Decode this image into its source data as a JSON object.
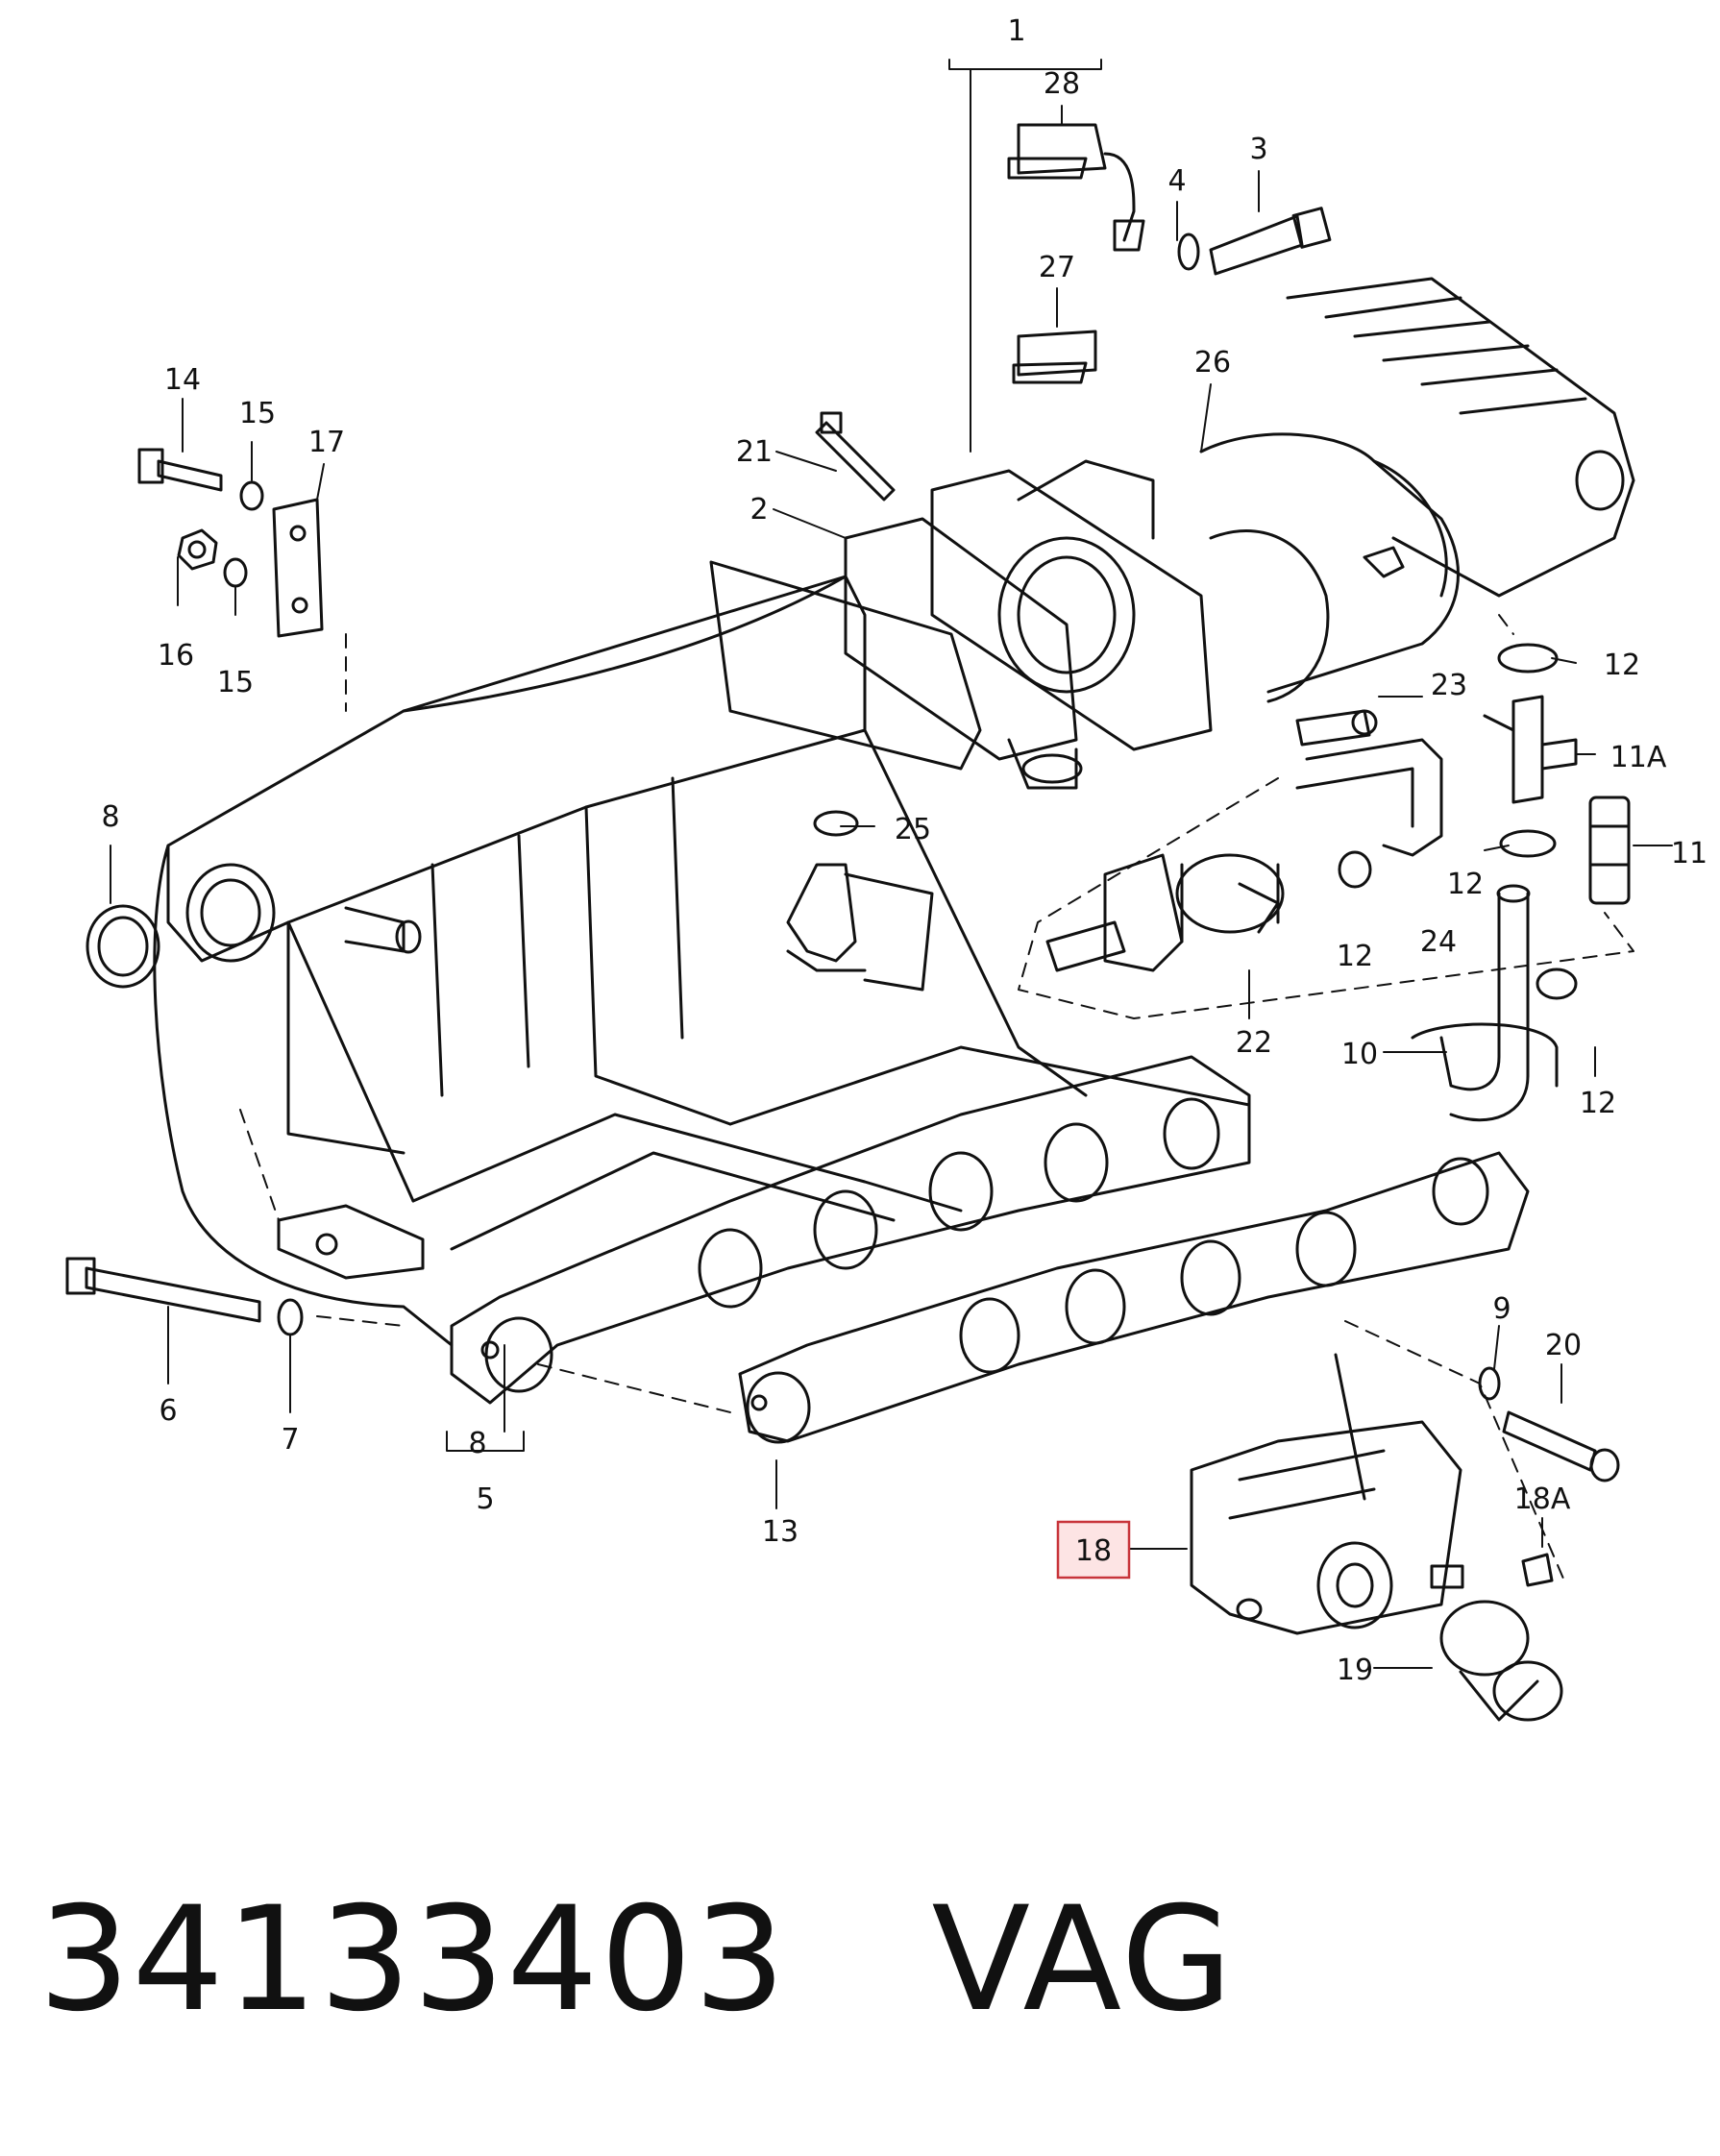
{
  "diagram": {
    "labels": [
      "1",
      "28",
      "3",
      "4",
      "27",
      "26",
      "14",
      "15",
      "17",
      "21",
      "2",
      "16",
      "15",
      "23",
      "12",
      "11A",
      "8",
      "25",
      "11",
      "12",
      "12",
      "24",
      "22",
      "10",
      "12",
      "6",
      "7",
      "8",
      "5",
      "13",
      "9",
      "20",
      "18A",
      "18",
      "19"
    ],
    "highlighted_label": "18",
    "colors": {
      "line": "#111111",
      "highlight_fill": "#fde4e4",
      "highlight_stroke": "#c8343a"
    }
  },
  "footer": {
    "part_number": "34133403",
    "brand": "VAG"
  }
}
